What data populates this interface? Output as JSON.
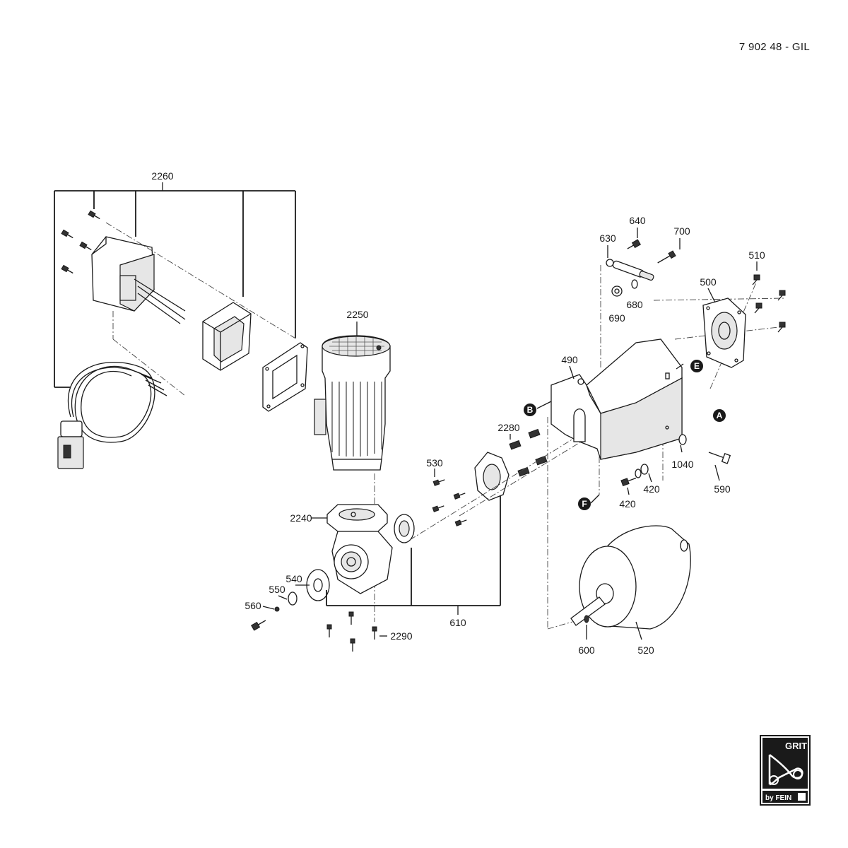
{
  "document_id": "7 902 48 -  GIL",
  "callouts": {
    "c2260": "2260",
    "c2250": "2250",
    "c2240": "2240",
    "c2280": "2280",
    "c2290": "2290",
    "c530": "530",
    "c540": "540",
    "c550": "550",
    "c560": "560",
    "c610": "610",
    "c630": "630",
    "c640": "640",
    "c700": "700",
    "c680": "680",
    "c690": "690",
    "c510": "510",
    "c500": "500",
    "c490": "490",
    "c1040": "1040",
    "c590": "590",
    "c420a": "420",
    "c420b": "420",
    "c520": "520",
    "c600": "600"
  },
  "reference_markers": {
    "A": "A",
    "B": "B",
    "E": "E",
    "F": "F"
  },
  "logo": {
    "brand": "GRIT",
    "maker": "by FEIN"
  }
}
